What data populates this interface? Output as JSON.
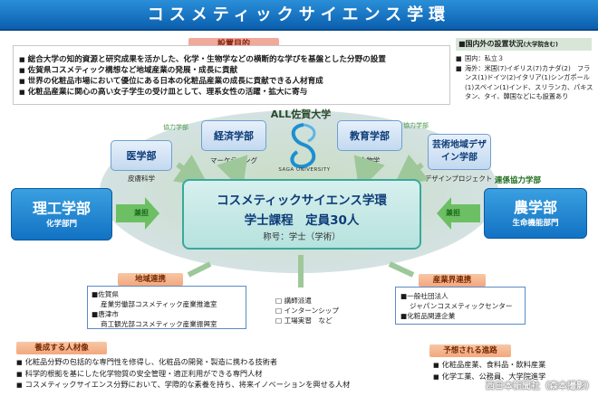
{
  "title": "コスメティックサイエンス学環",
  "purpose": {
    "label": "設置目的",
    "items": [
      "総合大学の知的資源と研究成果を活かした、化学・生物学などの横断的な学びを基盤とした分野の設置",
      "佐賀県コスメティック構想など地域産業の発展・成長に貢献",
      "世界の化粧品市場において優位にある日本の化粧品産業の成長に貢献できる人材育成",
      "化粧品産業に関心の高い女子学生の受け皿として、理系女性の活躍・拡大に寄与"
    ]
  },
  "overseas": {
    "title": "■国内外の設置状況",
    "title_note": "(大学院含む)",
    "domestic_bullet": "■",
    "domestic": "国内：私立３",
    "abroad_bullet": "■",
    "abroad": "海外：米国(7)イギリス(7)カナダ(2)　フランス(1)ドイツ(2)イタリア(1)シンガポール(1)スペイン(1)インド、スリランカ、パキスタン、タイ、韓国などにも設置あり"
  },
  "all_saga": "ALL佐賀大学",
  "logo_text": "SAGA UNIVERSITY",
  "depts": {
    "igaku": {
      "name": "医学部",
      "sub": "皮膚科学"
    },
    "keizai": {
      "name": "経済学部",
      "sub": "マーケティング"
    },
    "kyoiku": {
      "name": "教育学部",
      "sub": "食物学"
    },
    "geijutsu": {
      "name": "芸術地域デザイン学部",
      "sub": "デザインプロジェクト"
    }
  },
  "coop_label": "協力学部",
  "renkei_label": "連係協力学部",
  "kenkan_label": "兼担",
  "riko": {
    "name": "理工学部",
    "sub": "化学部門"
  },
  "nogaku": {
    "name": "農学部",
    "sub": "生命機能部門"
  },
  "center": {
    "line1": "コスメティックサイエンス学環",
    "line2": "学士課程　定員30人",
    "line3": "称号：学士（学術）"
  },
  "regional": {
    "label": "地域連携",
    "items": [
      "佐賀県",
      "産業労働部コスメティック産業推進室",
      "唐津市",
      "商工観光部コスメティック産業振興室"
    ]
  },
  "activities": [
    "講師派遣",
    "インターンシップ",
    "工場実習　など"
  ],
  "industry": {
    "label": "産業界連携",
    "items": [
      "一般社団法人",
      "ジャパンコスメティックセンター",
      "化粧品関連企業"
    ]
  },
  "talent": {
    "label": "養成する人材像",
    "items": [
      "化粧品分野の包括的な専門性を修得し、化粧品の開発・製造に携わる技術者",
      "科学的根拠を基にした化学物質の安全管理・適正利用ができる専門人材",
      "コスメティックサイエンス分野において、学際的な素養を持ち、将来イノベーションを興せる人材"
    ]
  },
  "career": {
    "label": "予想される進路",
    "items": [
      "化粧品産業、食料品・飲料産業",
      "化学工業、公務員、大学院進学"
    ]
  },
  "watermark": "西日本新聞社（森本撮影）",
  "colors": {
    "title": "#1272c4",
    "center_border": "#3aa89c",
    "orange": "#f3a77d"
  }
}
